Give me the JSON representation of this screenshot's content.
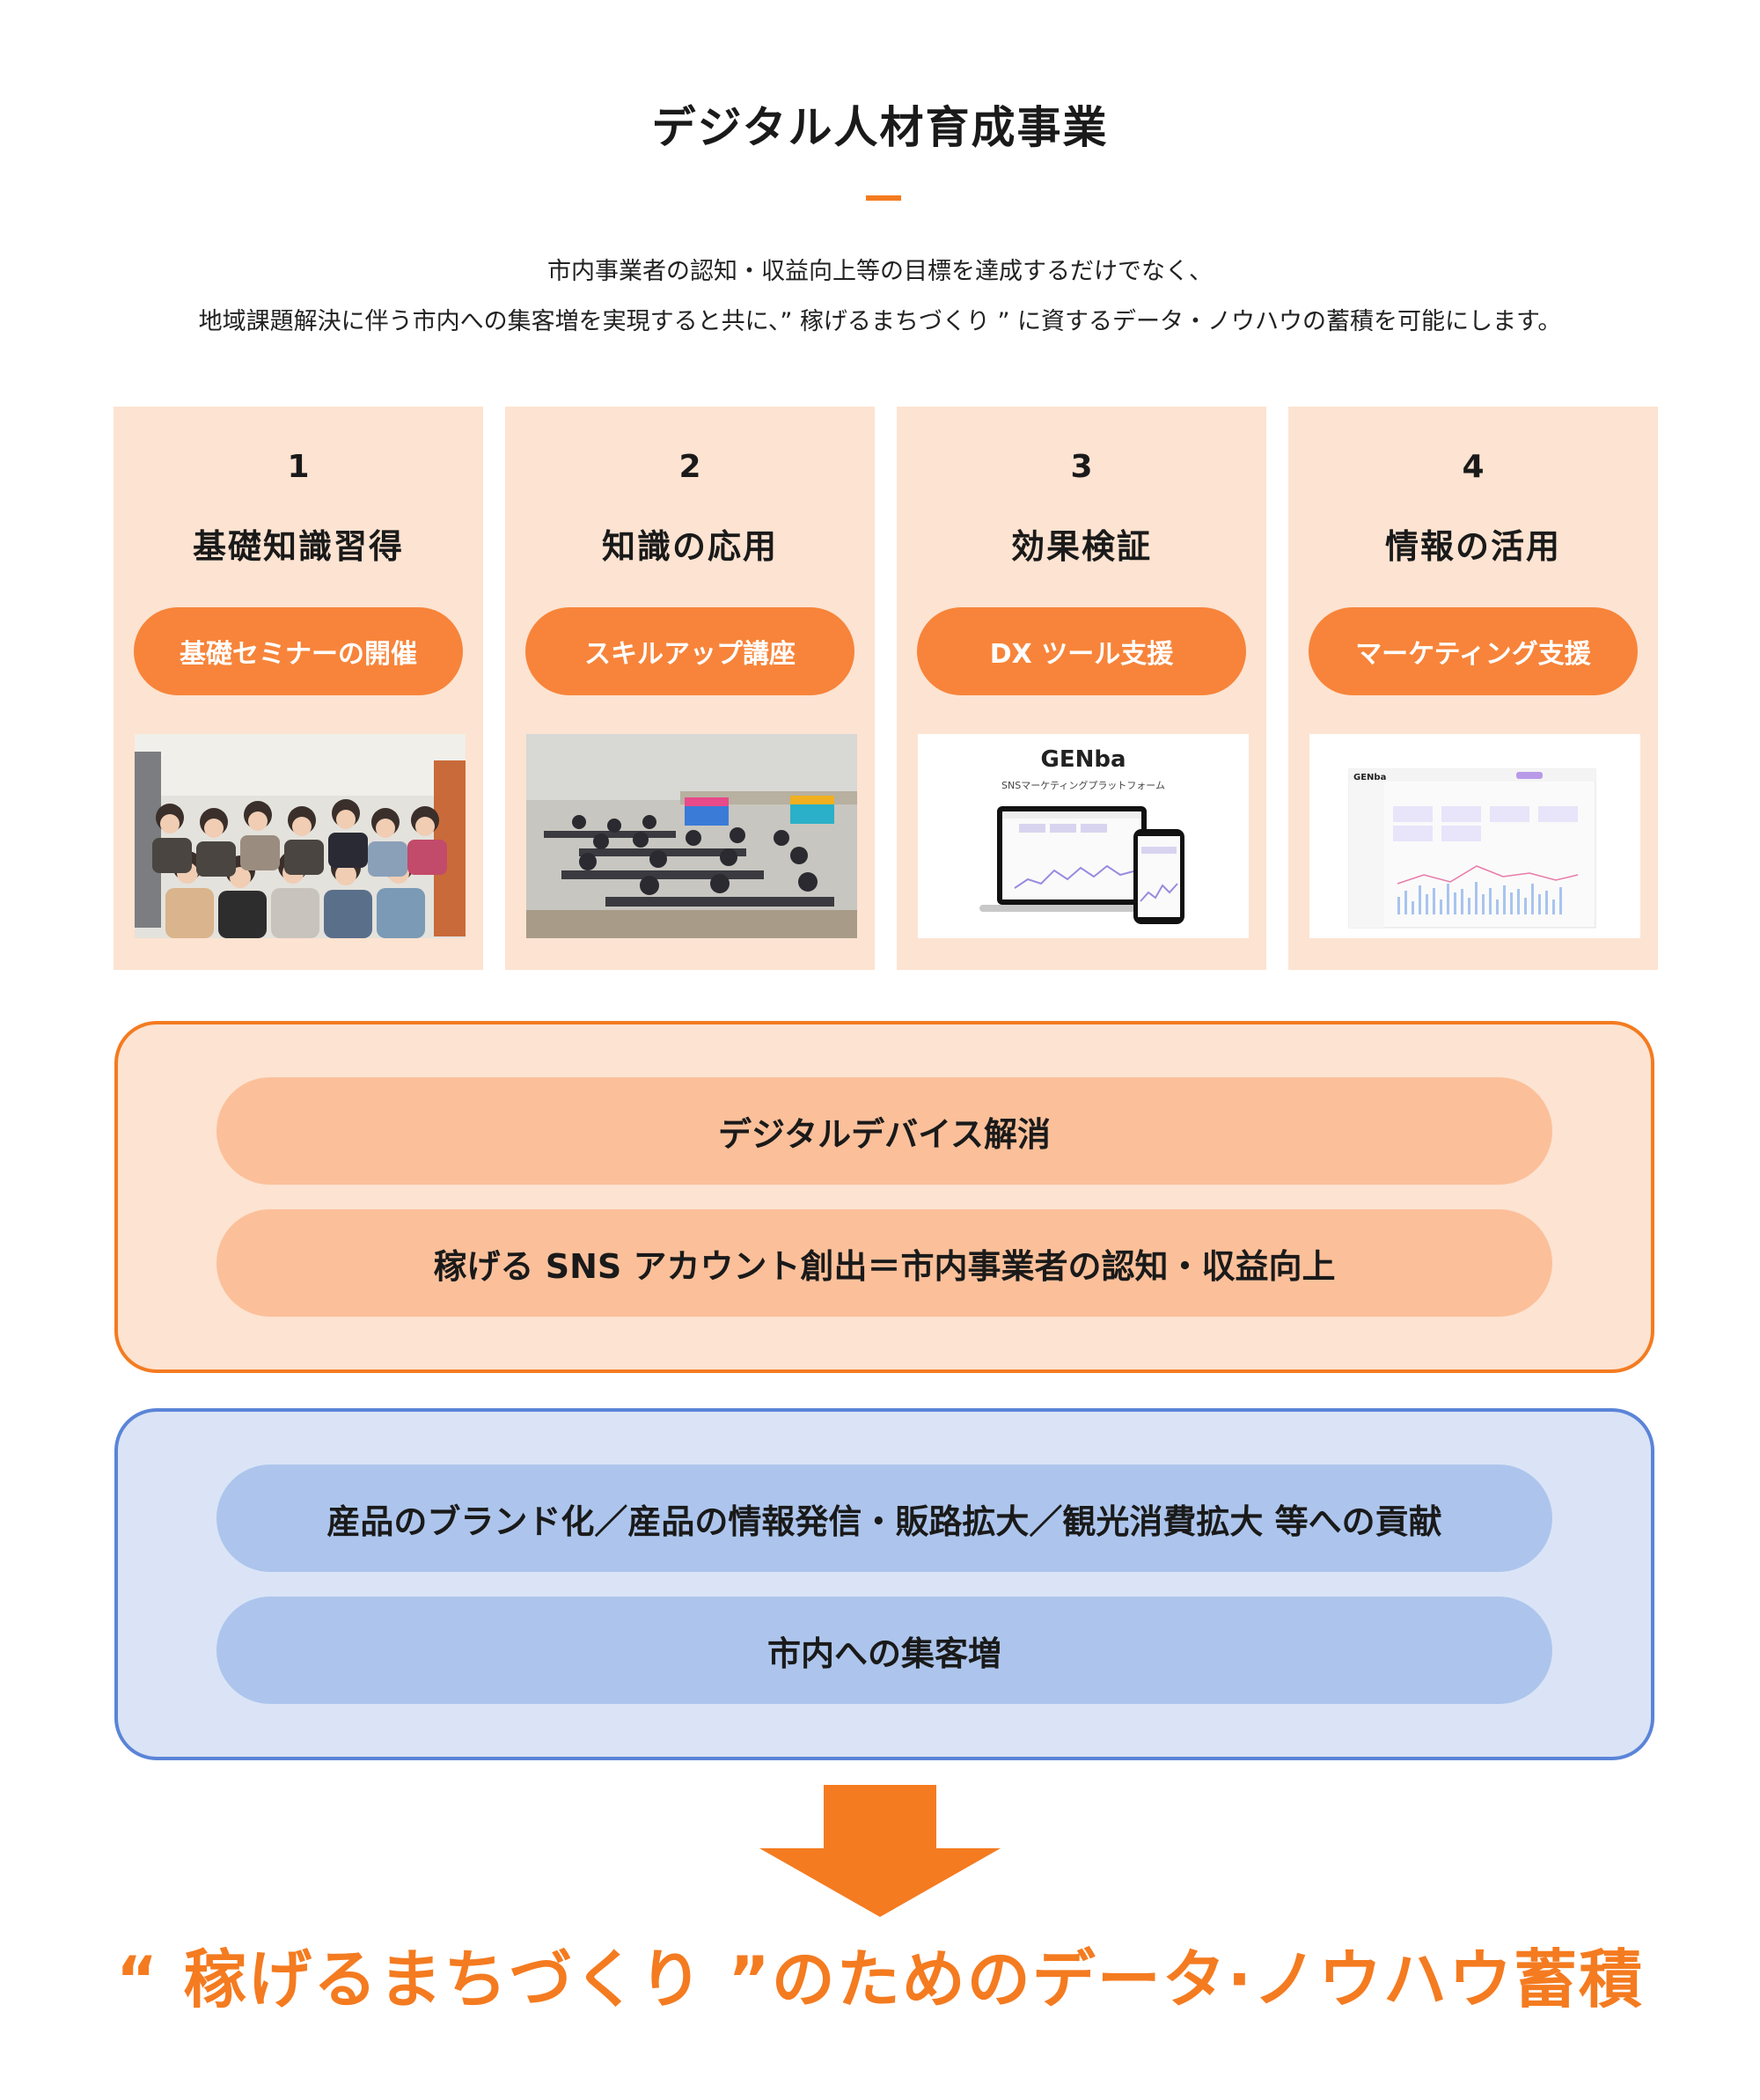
{
  "header": {
    "title": "デジタル人材育成事業",
    "intro_line1": "市内事業者の認知・収益向上等の目標を達成するだけでなく、",
    "intro_line2": "地域課題解決に伴う市内への集客増を実現すると共に、” 稼げるまちづくり ” に資するデータ・ノウハウの蓄積を可能にします。"
  },
  "steps": [
    {
      "number": "1",
      "title": "基礎知識習得",
      "button": "基礎セミナーの開催"
    },
    {
      "number": "2",
      "title": "知識の応用",
      "button": "スキルアップ講座"
    },
    {
      "number": "3",
      "title": "効果検証",
      "button": "DX ツール支援",
      "image_title": "GENba",
      "image_subtitle": "SNSマーケティングプラットフォーム"
    },
    {
      "number": "4",
      "title": "情報の活用",
      "button": "マーケティング支援",
      "image_title": "GENba"
    }
  ],
  "outcomes_orange": [
    "デジタルデバイス解消",
    "稼げる SNS アカウント創出＝市内事業者の認知・収益向上"
  ],
  "outcomes_blue": [
    "産品のブランド化／産品の情報発信・販路拡大／観光消費拡大 等への貢献",
    "市内への集客増"
  ],
  "final_message": "“ 稼げるまちづくり ”のためのデータ·ノウハウ蓄積",
  "colors": {
    "accent": "#f47b20",
    "card_bg": "#fde3d1",
    "blue_border": "#5b84d8",
    "blue_bg": "#dae4f6"
  }
}
